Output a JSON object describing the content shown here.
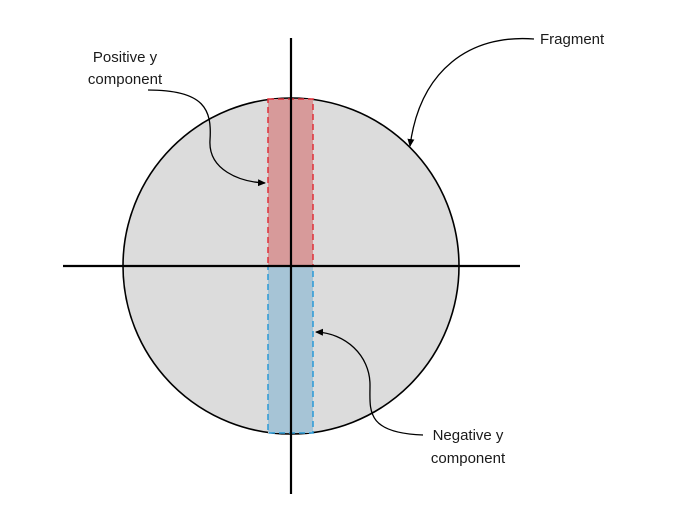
{
  "diagram": {
    "labels": {
      "fragment": "Fragment",
      "positive_line1": "Positive y",
      "positive_line2": "component",
      "negative_line1": "Negative y",
      "negative_line2": "component"
    },
    "colors": {
      "fragment_fill": "#dcdcdc",
      "outline": "#000000",
      "positive_fill": "#d79a9a",
      "positive_stroke": "#e0303a",
      "negative_fill": "#a6c4d6",
      "negative_stroke": "#2a9ad6"
    }
  }
}
